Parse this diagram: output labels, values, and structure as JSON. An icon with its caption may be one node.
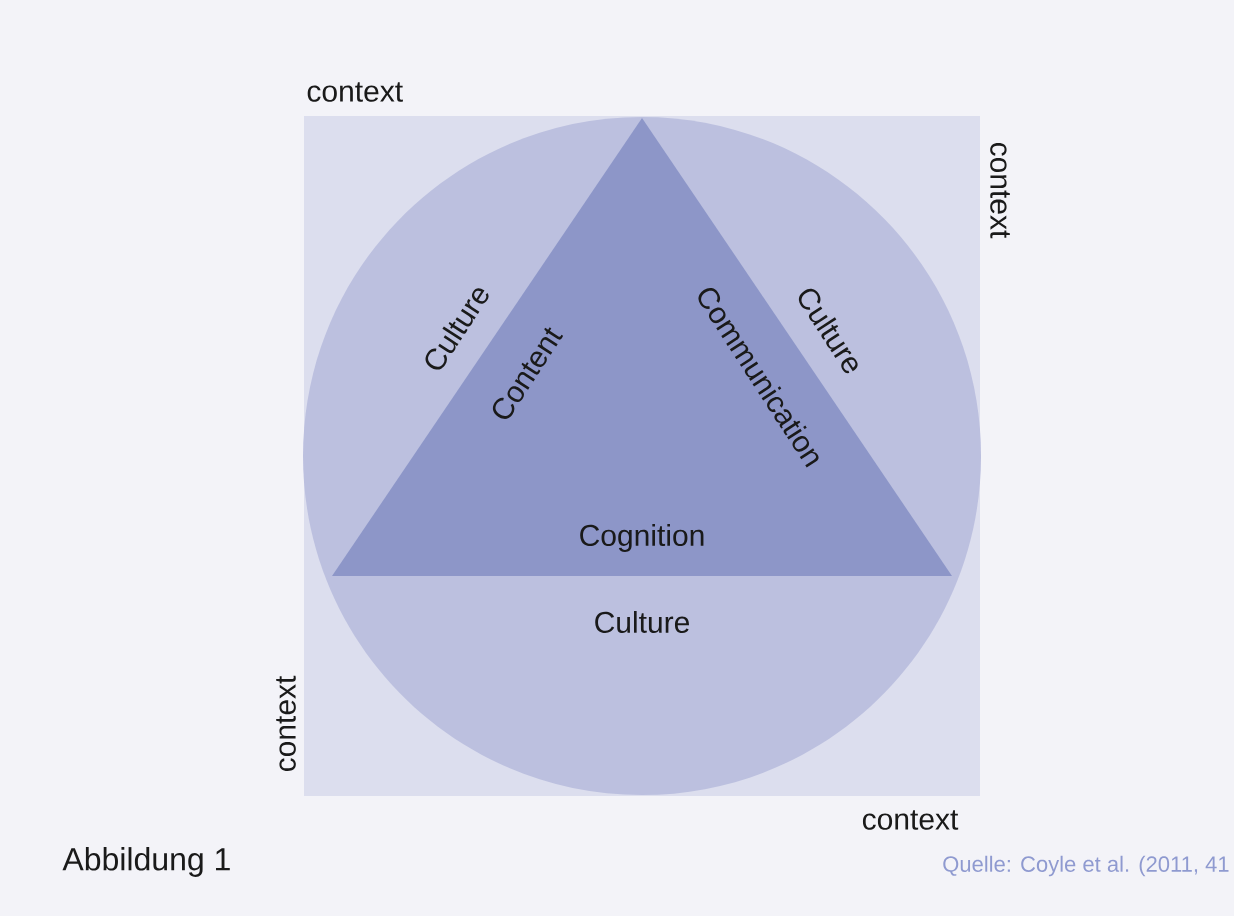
{
  "diagram": {
    "caption": "Abbildung 1",
    "nodes": [
      {
        "text": [
          "context",
          "context",
          "context",
          "context"
        ]
      },
      {
        "text": [
          "Culture",
          "Culture",
          "Culture"
        ],
        "in": 0
      },
      {
        "text": [
          "Content",
          "Communication",
          "Cognition"
        ],
        "in": 0
      }
    ],
    "labels": [
      "Quelle: Coyle et al. (2011, 41"
    ]
  }
}
